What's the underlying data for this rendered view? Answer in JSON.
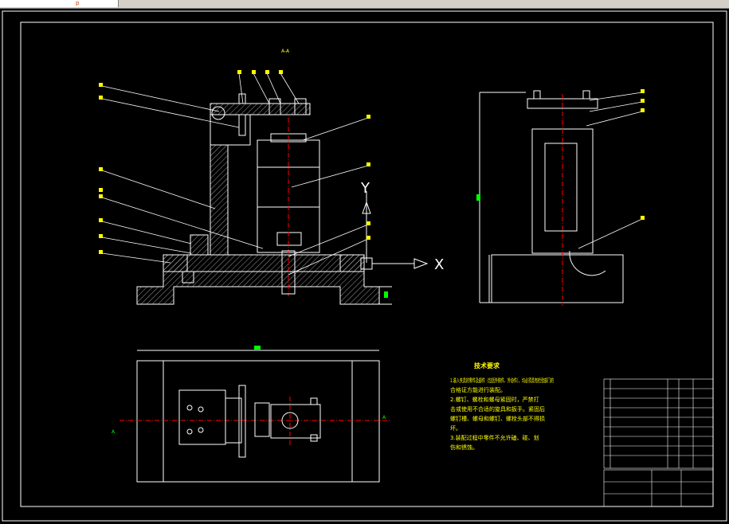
{
  "window": {
    "tab_glyph": "p"
  },
  "drawing": {
    "section_label": "A-A",
    "axis_y_label": "Y",
    "axis_x_label": "X",
    "left_mark": "A",
    "right_mark": "A"
  },
  "tech_req": {
    "title": "技术要求",
    "lines": [
      "1.装入夹具的零件及部件（包括外购件、外协件），均必须具有检验部门的",
      "合格证方能进行装配。",
      "2.螺钉、螺栓和螺母紧固时，严禁打",
      "击或使用不合适的旋具和扳手。紧固后",
      "螺钉槽、螺母和螺钉、螺栓头部不得损",
      "坏。",
      "3.装配过程中零件不允许磕、碰、划",
      "伤和锈蚀。"
    ]
  },
  "colors": {
    "background": "#000000",
    "frame": "#ffffff",
    "part_lines": "#ffffff",
    "center_lines": "#ff0000",
    "text": "#ffff00",
    "leaders": "#ffffff"
  }
}
